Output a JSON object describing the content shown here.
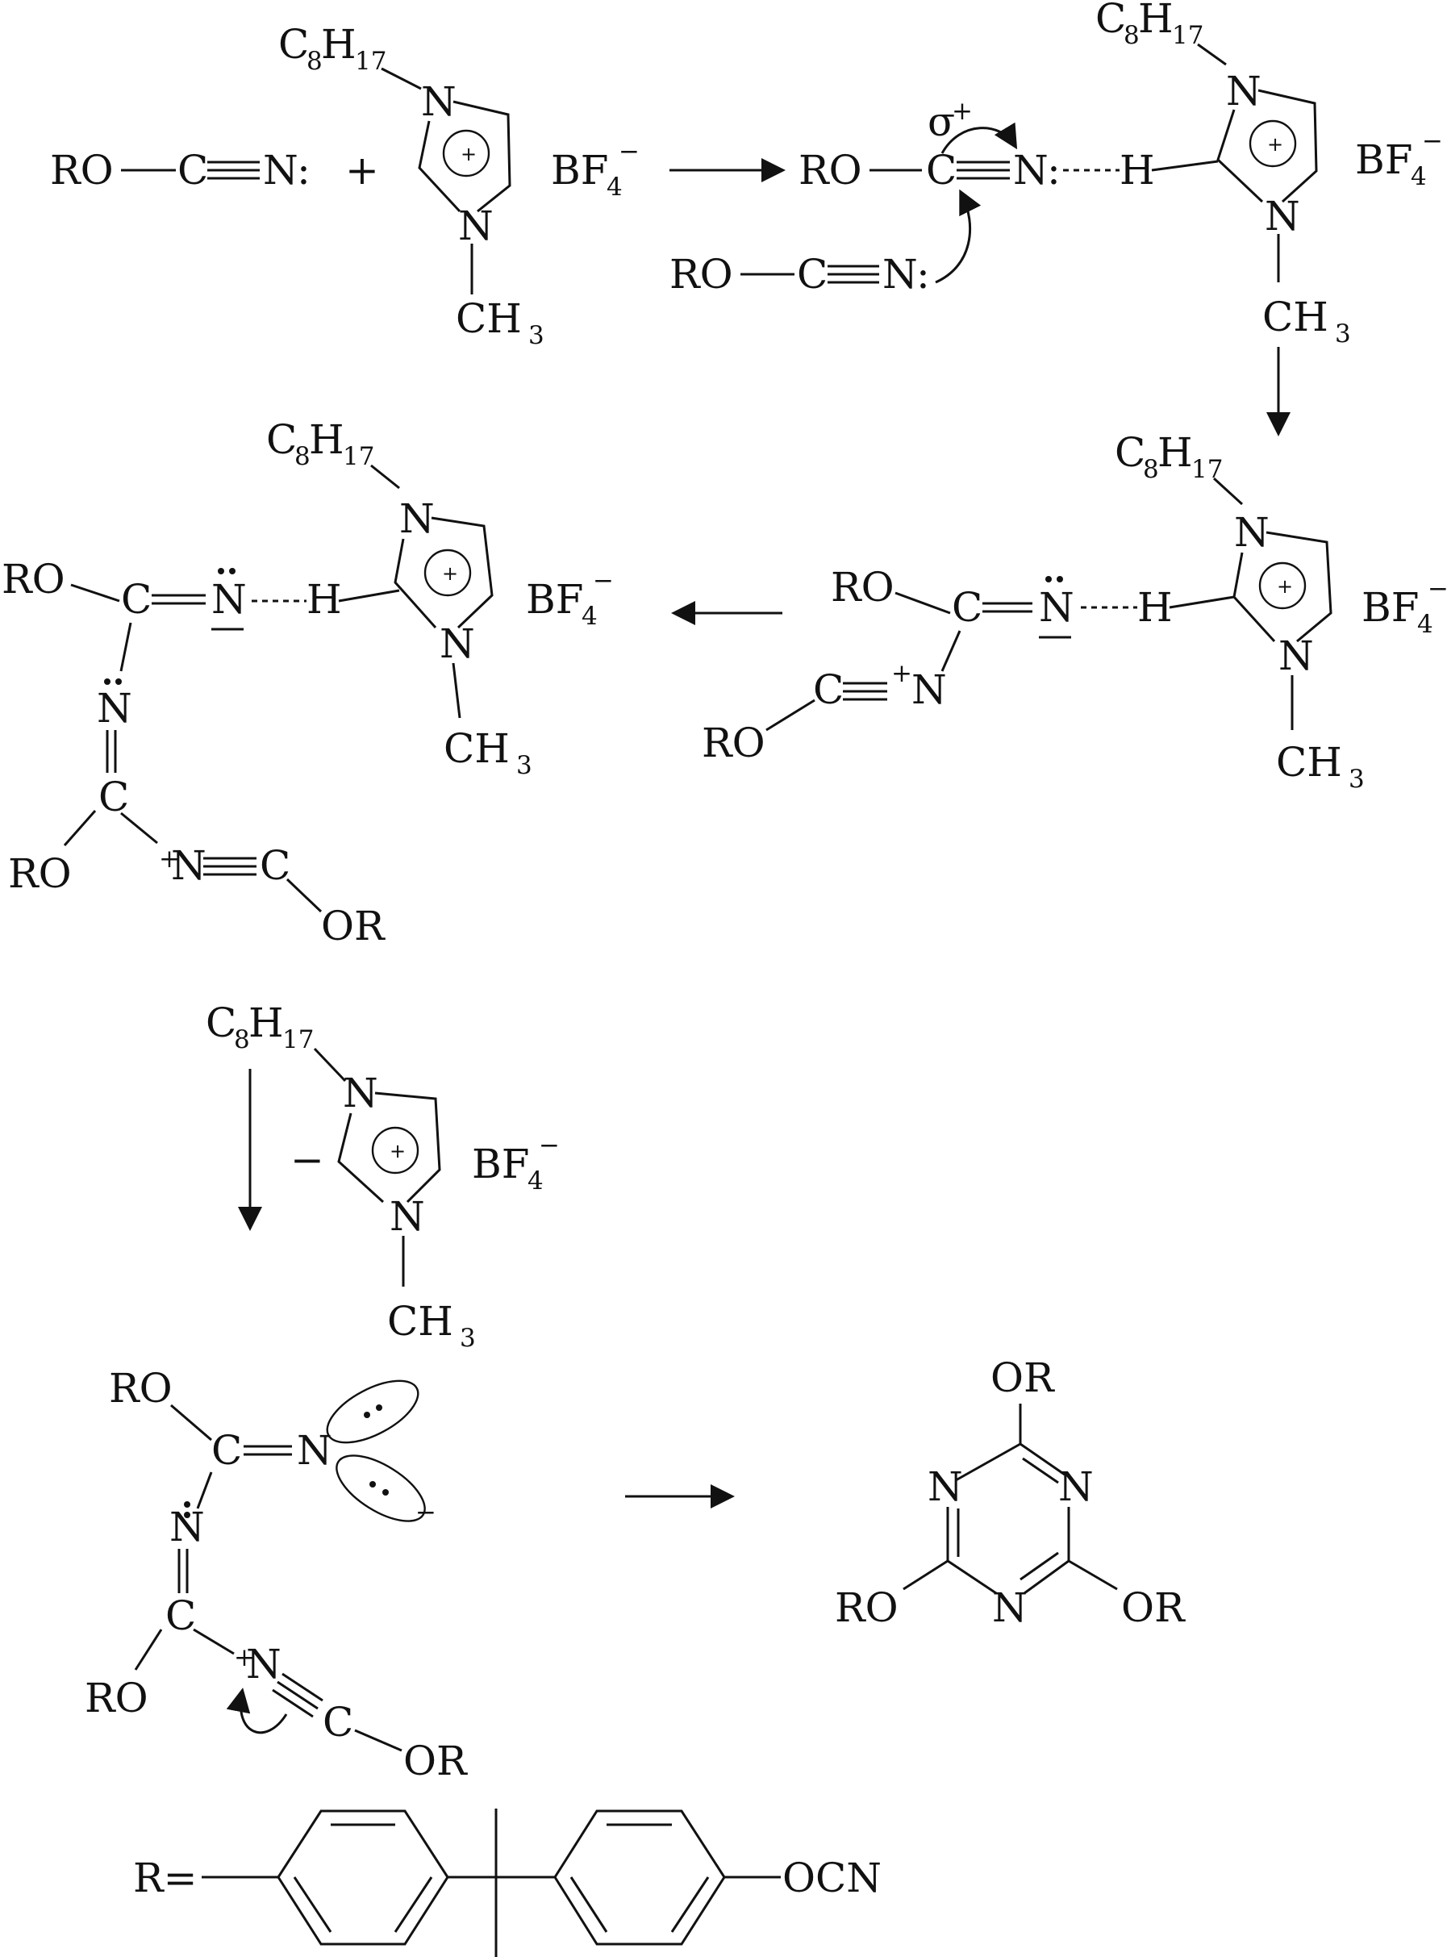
{
  "labels": {
    "ro": "RO",
    "or": "OR",
    "c": "C",
    "n": "N",
    "h": "H",
    "n_colon": "N:",
    "c8": "C",
    "c8_sub": "8",
    "h17": "H",
    "h17_sub": "17",
    "ch3": "CH",
    "ch3_sub": "3",
    "bf4": "BF",
    "bf4_sub": "4",
    "bf4_sup": "−",
    "plus": "+",
    "plus_small": "+",
    "minus": "−",
    "sigma": "σ",
    "sigma_sup": "+",
    "r_eq": "R=",
    "ocn": "OCN"
  }
}
